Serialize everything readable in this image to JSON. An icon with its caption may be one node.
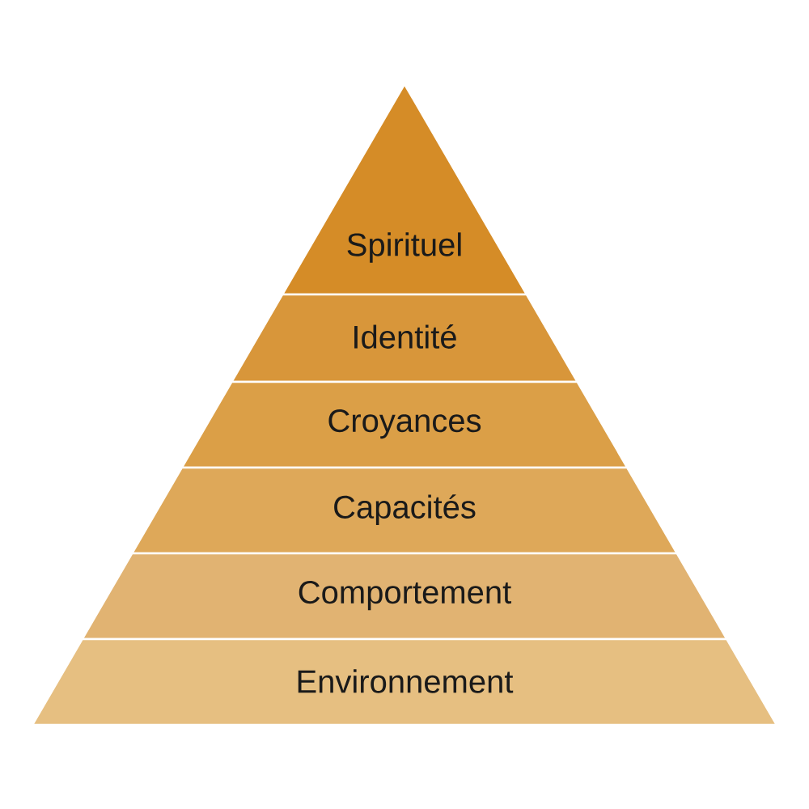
{
  "diagram": {
    "nodes": [
      {
        "text": [
          "Spirituel"
        ]
      },
      {
        "text": [
          "Identité"
        ]
      },
      {
        "text": [
          "Croyances"
        ]
      },
      {
        "text": [
          "Capacités"
        ]
      },
      {
        "text": [
          "Comportement"
        ]
      },
      {
        "text": [
          "Environnement"
        ]
      }
    ]
  }
}
